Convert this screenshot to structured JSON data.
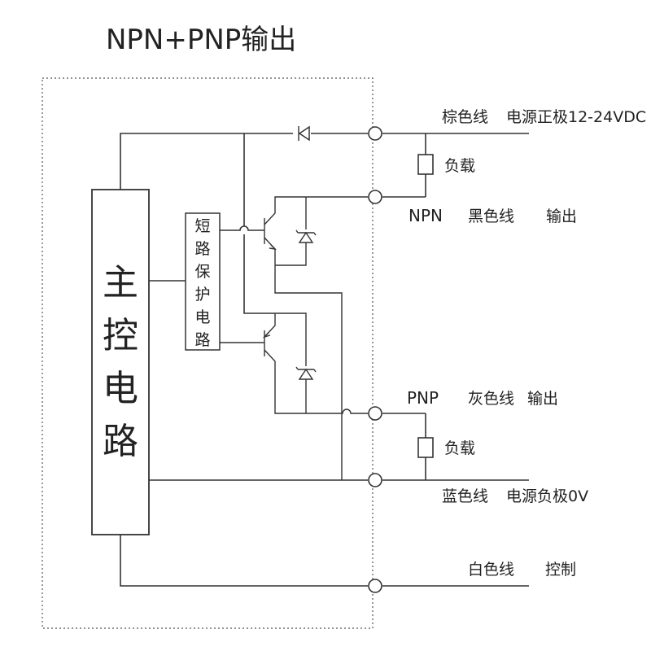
{
  "title": "NPN+PNP输出",
  "main_circuit": {
    "chars": [
      "主",
      "控",
      "电",
      "路"
    ]
  },
  "short_protect": {
    "chars": [
      "短",
      "路",
      "保",
      "护",
      "电",
      "路"
    ]
  },
  "wires": {
    "brown": {
      "name": "棕色线",
      "desc": "电源正极12-24VDC"
    },
    "npn": {
      "type": "NPN",
      "name": "黑色线",
      "desc": "输出"
    },
    "pnp": {
      "type": "PNP",
      "name": "灰色线",
      "desc": "输出"
    },
    "blue": {
      "name": "蓝色线",
      "desc": "电源负极0V"
    },
    "white": {
      "name": "白色线",
      "desc": "控制"
    }
  },
  "load": {
    "label_top": "负载",
    "label_bottom": "负载"
  }
}
